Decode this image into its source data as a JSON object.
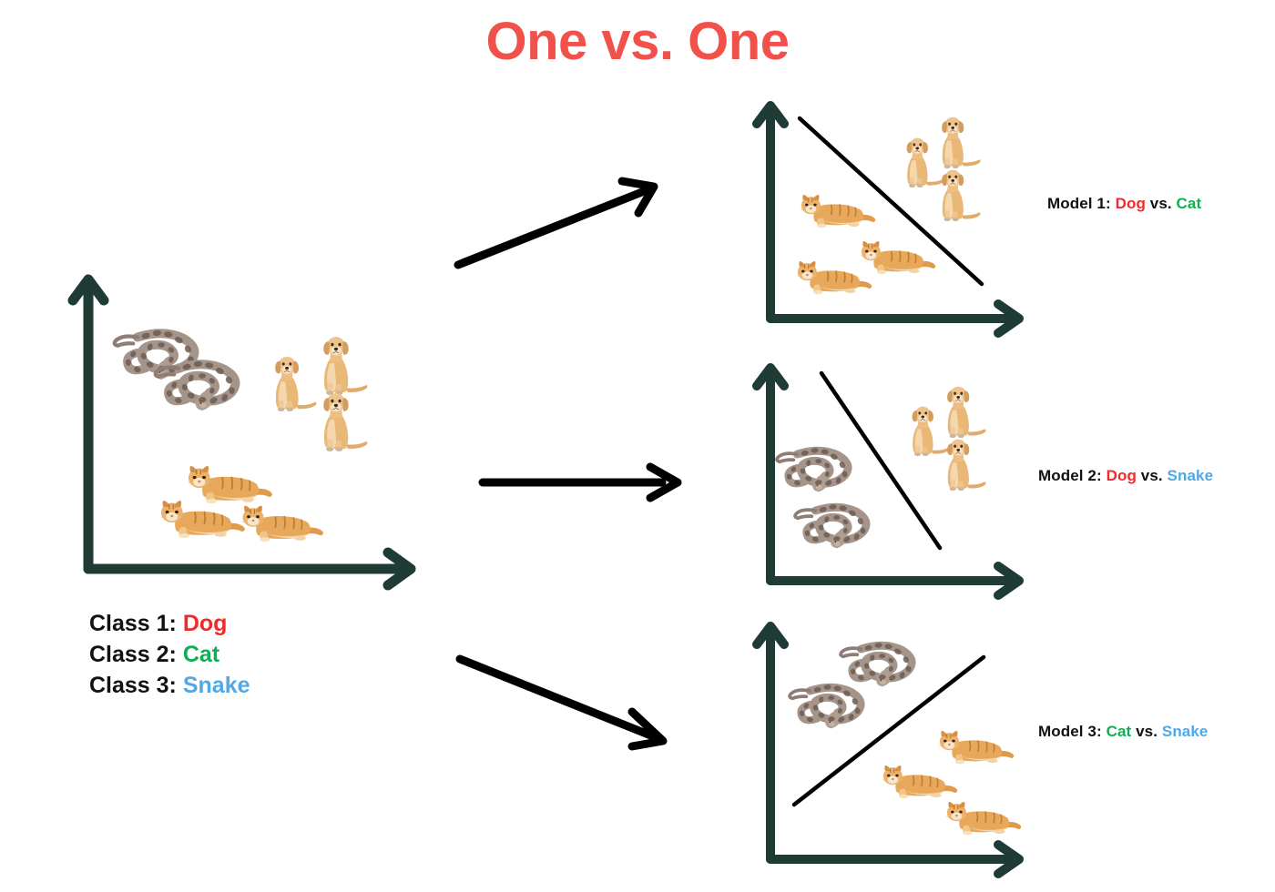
{
  "title": "One vs. One",
  "colors": {
    "title": "#f0514b",
    "axis": "#1f3b35",
    "boundary": "#000000",
    "arrow": "#000000",
    "dog": "#ee2b2b",
    "cat": "#0daf52",
    "snake": "#4fa8e8",
    "text": "#111111"
  },
  "legend": {
    "rows": [
      {
        "label": "Class 1:",
        "class_name": "Dog",
        "color_key": "dog"
      },
      {
        "label": "Class 2:",
        "class_name": "Cat",
        "color_key": "cat"
      },
      {
        "label": "Class 3:",
        "class_name": "Snake",
        "color_key": "snake"
      }
    ]
  },
  "models": [
    {
      "prefix": "Model 1:",
      "left_class": "Dog",
      "vs": "vs.",
      "right_class": "Cat"
    },
    {
      "prefix": "Model 2:",
      "left_class": "Dog",
      "vs": "vs.",
      "right_class": "Snake"
    },
    {
      "prefix": "Model 3:",
      "left_class": "Cat",
      "vs": "vs.",
      "right_class": "Snake"
    }
  ],
  "chart_data": {
    "type": "scatter",
    "title": "One vs. One",
    "xlabel": "",
    "ylabel": "",
    "grid": false,
    "legend_position": "below-left",
    "panels": [
      {
        "name": "source-dataset",
        "classes": [
          "Dog",
          "Cat",
          "Snake"
        ],
        "boundary": null,
        "points": [
          {
            "class": "Snake",
            "x": 0.16,
            "y": 0.8
          },
          {
            "class": "Snake",
            "x": 0.27,
            "y": 0.67
          },
          {
            "class": "Dog",
            "x": 0.57,
            "y": 0.73
          },
          {
            "class": "Dog",
            "x": 0.76,
            "y": 0.8
          },
          {
            "class": "Dog",
            "x": 0.76,
            "y": 0.6
          },
          {
            "class": "Cat",
            "x": 0.44,
            "y": 0.38
          },
          {
            "class": "Cat",
            "x": 0.33,
            "y": 0.25
          },
          {
            "class": "Cat",
            "x": 0.57,
            "y": 0.23
          }
        ]
      },
      {
        "name": "model-1-dog-vs-cat",
        "classes": [
          "Dog",
          "Cat"
        ],
        "boundary": {
          "type": "line",
          "slope": "negative",
          "x1": 0.12,
          "y1": 0.94,
          "x2": 0.86,
          "y2": 0.18
        },
        "points": [
          {
            "class": "Dog",
            "x": 0.56,
            "y": 0.79
          },
          {
            "class": "Dog",
            "x": 0.75,
            "y": 0.87
          },
          {
            "class": "Dog",
            "x": 0.75,
            "y": 0.63
          },
          {
            "class": "Cat",
            "x": 0.23,
            "y": 0.53
          },
          {
            "class": "Cat",
            "x": 0.45,
            "y": 0.31
          },
          {
            "class": "Cat",
            "x": 0.21,
            "y": 0.23
          }
        ]
      },
      {
        "name": "model-2-dog-vs-snake",
        "classes": [
          "Dog",
          "Snake"
        ],
        "boundary": {
          "type": "line",
          "slope": "negative",
          "x1": 0.21,
          "y1": 0.95,
          "x2": 0.7,
          "y2": 0.19
        },
        "points": [
          {
            "class": "Dog",
            "x": 0.57,
            "y": 0.77
          },
          {
            "class": "Dog",
            "x": 0.76,
            "y": 0.86
          },
          {
            "class": "Dog",
            "x": 0.76,
            "y": 0.62
          },
          {
            "class": "Snake",
            "x": 0.2,
            "y": 0.53
          },
          {
            "class": "Snake",
            "x": 0.26,
            "y": 0.28
          }
        ]
      },
      {
        "name": "model-3-cat-vs-snake",
        "classes": [
          "Cat",
          "Snake"
        ],
        "boundary": {
          "type": "line",
          "slope": "positive",
          "x1": 0.13,
          "y1": 0.25,
          "x2": 0.84,
          "y2": 0.86
        },
        "points": [
          {
            "class": "Snake",
            "x": 0.42,
            "y": 0.82
          },
          {
            "class": "Snake",
            "x": 0.26,
            "y": 0.68
          },
          {
            "class": "Cat",
            "x": 0.72,
            "y": 0.52
          },
          {
            "class": "Cat",
            "x": 0.53,
            "y": 0.38
          },
          {
            "class": "Cat",
            "x": 0.75,
            "y": 0.24
          }
        ]
      }
    ],
    "flow_arrows": [
      {
        "name": "arrow-to-model-1",
        "direction": "up-right"
      },
      {
        "name": "arrow-to-model-2",
        "direction": "right"
      },
      {
        "name": "arrow-to-model-3",
        "direction": "down-right"
      }
    ]
  }
}
